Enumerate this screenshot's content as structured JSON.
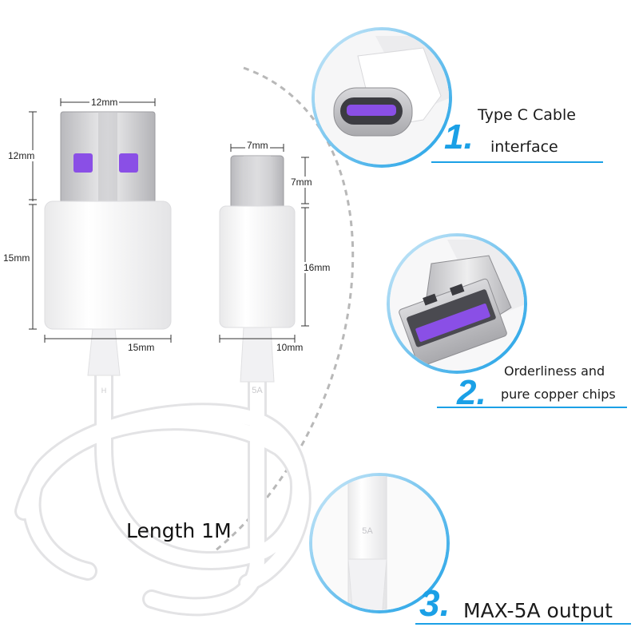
{
  "dimensions": {
    "usb_a_width": "12mm",
    "usb_a_plug_height": "12mm",
    "usb_a_body_height": "15mm",
    "usb_a_body_width": "15mm",
    "type_c_width": "7mm",
    "type_c_plug_height": "7mm",
    "type_c_body_height": "16mm",
    "type_c_body_width": "10mm"
  },
  "cable_marks": {
    "usb_a_mark": "H",
    "type_c_mark": "5A"
  },
  "length_label": "Length  1M",
  "features": [
    {
      "number": "1.",
      "lines": [
        "Type C Cable",
        "interface"
      ]
    },
    {
      "number": "2.",
      "lines": [
        "Orderliness and",
        "pure copper chips"
      ]
    },
    {
      "number": "3.",
      "lines": [
        "MAX-5A output"
      ]
    }
  ],
  "zoom_mark": "5A",
  "colors": {
    "accent": "#1ba0e6",
    "contact_purple": "#8a4fe6",
    "cable_white": "#ffffff"
  }
}
